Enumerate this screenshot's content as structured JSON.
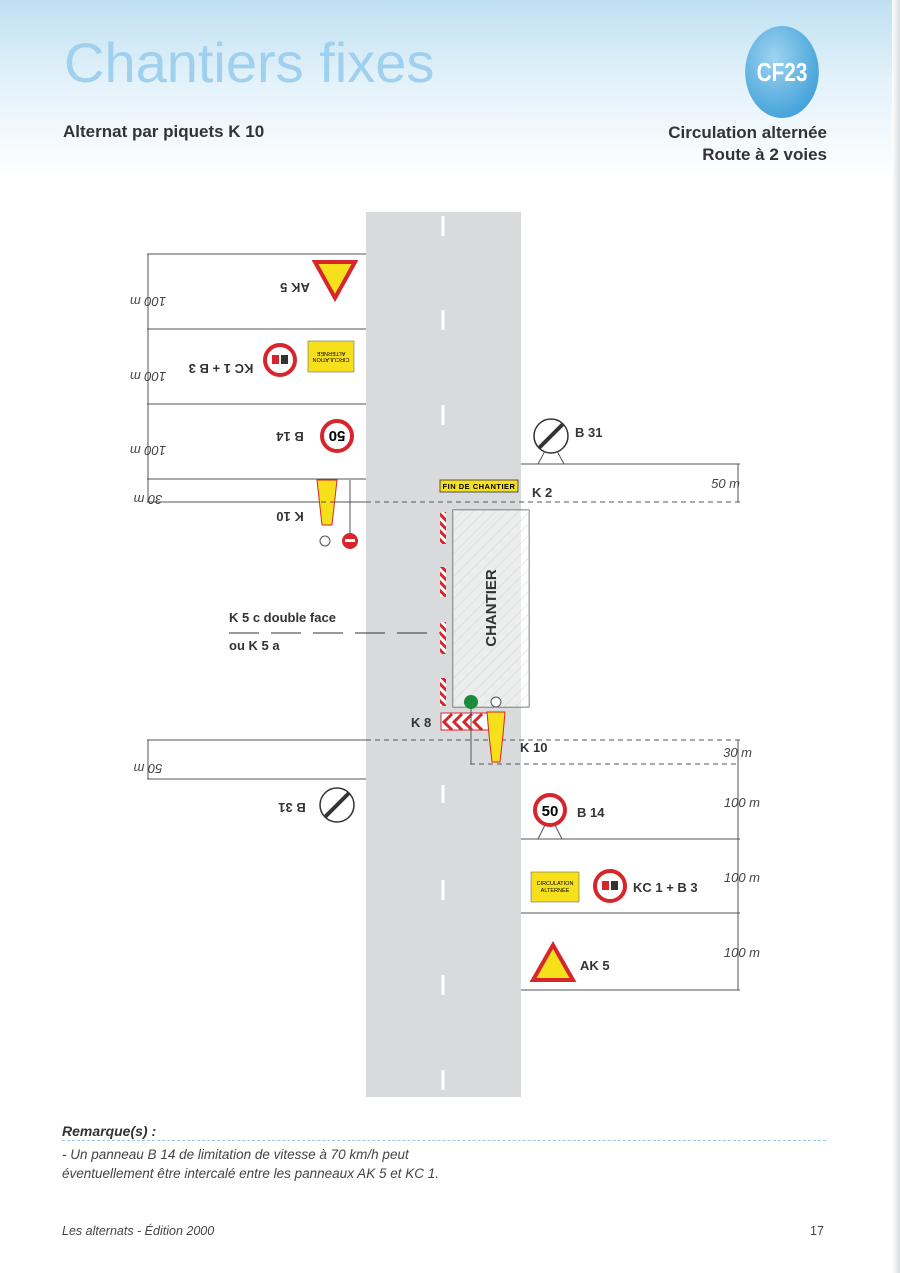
{
  "header": {
    "title": "Chantiers fixes",
    "badge": "CF23",
    "subtitle_left": "Alternat par piquets K 10",
    "subtitle_right_1": "Circulation alternée",
    "subtitle_right_2": "Route à 2 voies"
  },
  "diagram": {
    "left": {
      "ak5": "AK 5",
      "kc1b3": "KC 1 + B 3",
      "b14": "B 14",
      "k10": "K 10",
      "b31": "B 31",
      "d1": "100 m",
      "d2": "100 m",
      "d3": "100 m",
      "d4": "30 m",
      "d5": "50 m",
      "circ_panel_1": "CIRCULATION",
      "circ_panel_2": "ALTERNÉE",
      "speed": "50"
    },
    "right": {
      "b31": "B 31",
      "k2": "K 2",
      "fin_chantier": "FIN DE CHANTIER",
      "chantier": "CHANTIER",
      "k8": "K 8",
      "k10": "K 10",
      "b14": "B 14",
      "kc1b3": "KC 1 + B 3",
      "ak5": "AK 5",
      "d1": "50 m",
      "d2": "30 m",
      "d3": "100 m",
      "d4": "100 m",
      "d5": "100 m",
      "circ_panel_1": "CIRCULATION",
      "circ_panel_2": "ALTERNÉE",
      "speed": "50"
    },
    "k5c_label": "K 5 c double face",
    "k5a_label": "ou K 5 a",
    "colors": {
      "road": "#d9dadb",
      "sign_red": "#d7262b",
      "sign_yellow": "#f6df1b",
      "green": "#1a8a3c"
    }
  },
  "remark": {
    "heading": "Remarque(s) :",
    "text": "- Un panneau B 14 de limitation de vitesse à 70 km/h peut éventuellement être intercalé entre les panneaux AK 5 et KC 1."
  },
  "footer": {
    "left": "Les alternats - Édition 2000",
    "page": "17"
  }
}
